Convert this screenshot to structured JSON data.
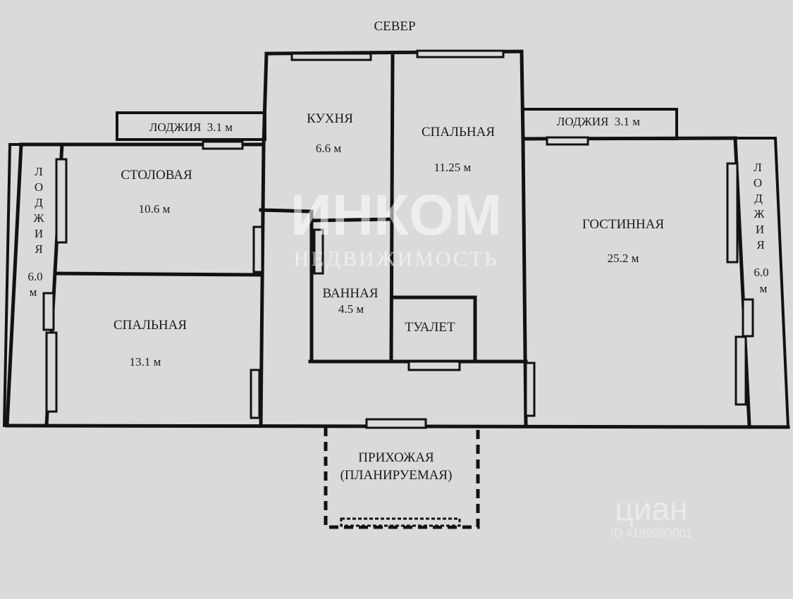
{
  "north": "СЕВЕР",
  "rooms": {
    "kitchen": {
      "name": "КУХНЯ",
      "area": "6.6 м"
    },
    "bedroom_center": {
      "name": "СПАЛЬНАЯ",
      "area": "11.25 м"
    },
    "dining": {
      "name": "СТОЛОВАЯ",
      "area": "10.6 м"
    },
    "bedroom_left": {
      "name": "СПАЛЬНАЯ",
      "area": "13.1 м"
    },
    "bathroom": {
      "name": "ВАННАЯ",
      "area": "4.5 м"
    },
    "toilet": {
      "name": "ТУАЛЕТ"
    },
    "living": {
      "name": "ГОСТИННАЯ",
      "area": "25.2 м"
    },
    "hall_line1": "ПРИХОЖАЯ",
    "hall_line2": "(ПЛАНИРУЕМАЯ)"
  },
  "loggias": {
    "top_left": "ЛОДЖИЯ  3.1 м",
    "top_right": "ЛОДЖИЯ  3.1 м",
    "left_letters": [
      "Л",
      "О",
      "Д",
      "Ж",
      "И",
      "Я"
    ],
    "left_area": "6.0",
    "left_unit": "м",
    "right_letters": [
      "Л",
      "О",
      "Д",
      "Ж",
      "И",
      "Я"
    ],
    "right_area": "6.0",
    "right_unit": "м"
  },
  "watermarks": {
    "brand": "ИНКОМ",
    "brand_sub": "НЕДВИЖИМОСТЬ",
    "cian": "циан",
    "cian_id": "ID 4199990001"
  },
  "colors": {
    "paper": "#d9dadb",
    "ink": "#121212"
  }
}
